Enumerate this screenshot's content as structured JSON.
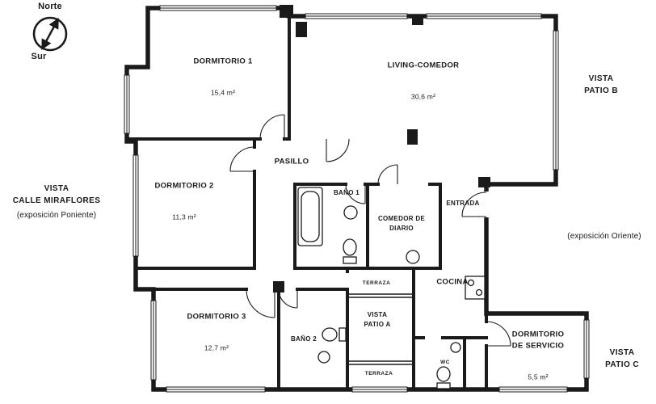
{
  "compass": {
    "north": "Norte",
    "south": "Sur"
  },
  "sides": {
    "west": {
      "title": "VISTA\nCALLE MIRAFLORES",
      "subtitle": "(exposición Poniente)"
    },
    "east_top": {
      "title": "VISTA\nPATIO B"
    },
    "east_mid": {
      "subtitle": "(exposición Oriente)"
    },
    "east_bottom": {
      "title": "VISTA\nPATIO C"
    }
  },
  "rooms": [
    {
      "id": "dormitorio-1",
      "name": "DORMITORIO 1",
      "area": "15,4 m²"
    },
    {
      "id": "living-comedor",
      "name": "LIVING-COMEDOR",
      "area": "30,6 m²"
    },
    {
      "id": "dormitorio-2",
      "name": "DORMITORIO 2",
      "area": "11,3 m²"
    },
    {
      "id": "pasillo",
      "name": "PASILLO"
    },
    {
      "id": "bano-1",
      "name": "BAÑO 1"
    },
    {
      "id": "comedor-de-diario",
      "name": "COMEDOR DE\nDIARIO"
    },
    {
      "id": "entrada",
      "name": "ENTRADA"
    },
    {
      "id": "cocina",
      "name": "COCINA"
    },
    {
      "id": "terraza-norte",
      "name": "TERRAZA"
    },
    {
      "id": "vista-patio-a",
      "name": "VISTA\nPATIO A"
    },
    {
      "id": "dormitorio-3",
      "name": "DORMITORIO 3",
      "area": "12,7 m²"
    },
    {
      "id": "bano-2",
      "name": "BAÑO 2"
    },
    {
      "id": "wc",
      "name": "WC"
    },
    {
      "id": "terraza-sur",
      "name": "TERRAZA"
    },
    {
      "id": "dormitorio-servicio",
      "name": "DORMITORIO\nDE SERVICIO",
      "area": "5,5 m²"
    }
  ],
  "colors": {
    "wall": "#1a1a1a",
    "background": "#ffffff"
  }
}
